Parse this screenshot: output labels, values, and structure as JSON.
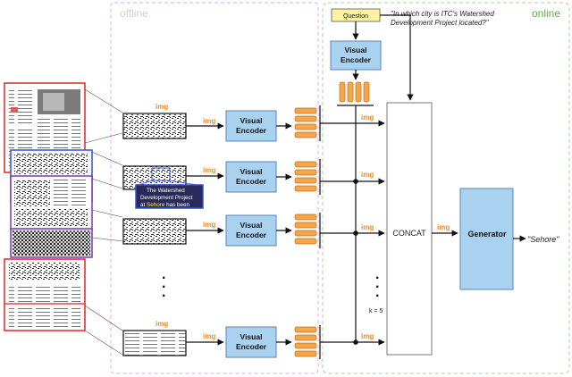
{
  "regions": {
    "offline_label": "offline",
    "online_label": "online",
    "offline_color": "#e8a6e8",
    "online_color": "#a7d59a"
  },
  "colors": {
    "encoder_fill": "#a9d2f1",
    "encoder_stroke": "#5b86b3",
    "token_fill": "#f5a64b",
    "token_stroke": "#b8721d",
    "img_label_color": "#ee8b2a",
    "question_fill": "#fbf3a1",
    "red_frame": "#e02525",
    "blue_frame": "#3150d8",
    "purple_frame": "#7b3cb3"
  },
  "question": {
    "button_label": "Question",
    "text_line1": "\"In which city is ITC's Watershed",
    "text_line2": "Development Project located?\""
  },
  "encoders": [
    {
      "label_line1": "Visual",
      "label_line2": "Encoder"
    },
    {
      "label_line1": "Visual",
      "label_line2": "Encoder"
    },
    {
      "label_line1": "Visual",
      "label_line2": "Encoder"
    },
    {
      "label_line1": "Visual",
      "label_line2": "Encoder"
    },
    {
      "label_line1": "Visual",
      "label_line2": "Encoder"
    }
  ],
  "img_labels": {
    "row1_top": "img",
    "row1_mid": "img",
    "row1_right": "img",
    "row2_mid": "img",
    "row2_right": "img",
    "row3_mid": "img",
    "row3_right": "img",
    "row5_top": "img",
    "row5_mid": "img",
    "row5_right": "img",
    "to_generator": "img"
  },
  "zoom": {
    "line1": "The Watershed",
    "line2": "Development Project",
    "line3_pre": "at ",
    "line3_hl": "Sehore",
    "line3_post": " has been"
  },
  "ellipsis": ". . .",
  "k_label": "k = 5",
  "concat_label": "CONCAT",
  "generator_label": "Generator",
  "answer": "\"Sehore\""
}
